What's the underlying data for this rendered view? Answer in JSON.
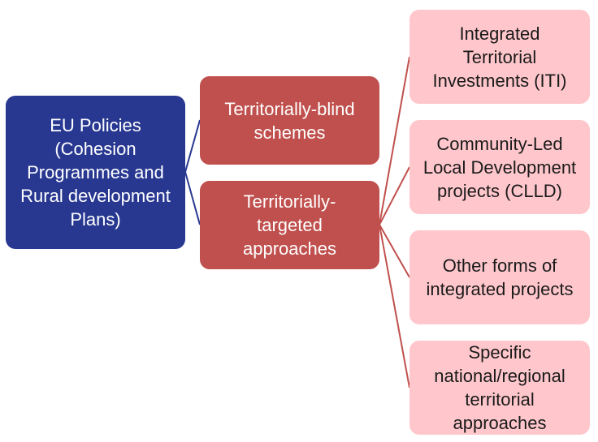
{
  "diagram": {
    "root": {
      "label": "EU Policies\n(Cohesion\nProgrammes and\nRural development\nPlans)"
    },
    "level1": [
      {
        "label": "Territorially-blind\nschemes"
      },
      {
        "label": "Territorially-\ntargeted\napproaches"
      }
    ],
    "level2": [
      {
        "label": "Integrated\nTerritorial\nInvestments (ITI)"
      },
      {
        "label": "Community-Led\nLocal Development\nprojects (CLLD)"
      },
      {
        "label": "Other forms of\nintegrated projects"
      },
      {
        "label": "Specific\nnational/regional\nterritorial\napproaches"
      }
    ],
    "colors": {
      "root_fill": "#283891",
      "level1_fill": "#c0504d",
      "level2_fill": "#ffc7cc",
      "root_connector": "#283891",
      "level1_connector": "#c0504d"
    }
  }
}
